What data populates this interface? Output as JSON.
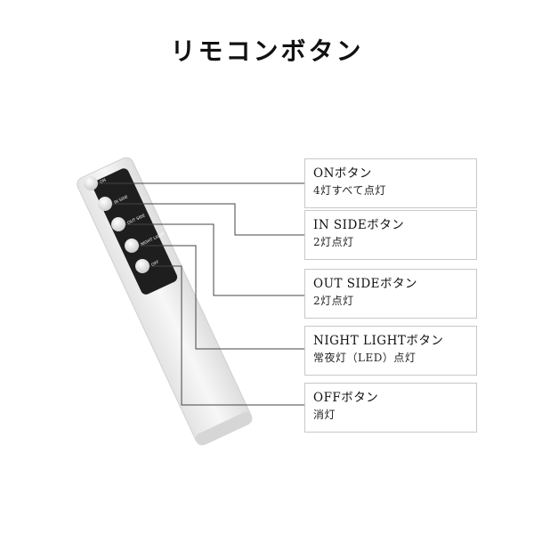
{
  "title": "リモコンボタン",
  "remote": {
    "buttons": [
      {
        "label": "ON"
      },
      {
        "label": "IN SIDE"
      },
      {
        "label": "OUT SIDE"
      },
      {
        "label": "NIGHT LIGHT"
      },
      {
        "label": "OFF"
      }
    ]
  },
  "callouts": [
    {
      "title": "ONボタン",
      "desc": "4灯すべて点灯"
    },
    {
      "title": "IN SIDEボタン",
      "desc": "2灯点灯"
    },
    {
      "title": "OUT SIDEボタン",
      "desc": "2灯点灯"
    },
    {
      "title": "NIGHT LIGHTボタン",
      "desc": "常夜灯（LED）点灯"
    },
    {
      "title": "OFFボタン",
      "desc": "消灯"
    }
  ],
  "colors": {
    "panel": "#1e1e1e",
    "button": "#e6e6e6",
    "body": "#f2f2f2",
    "line": "#444444",
    "box_border": "#c8c8c8"
  }
}
